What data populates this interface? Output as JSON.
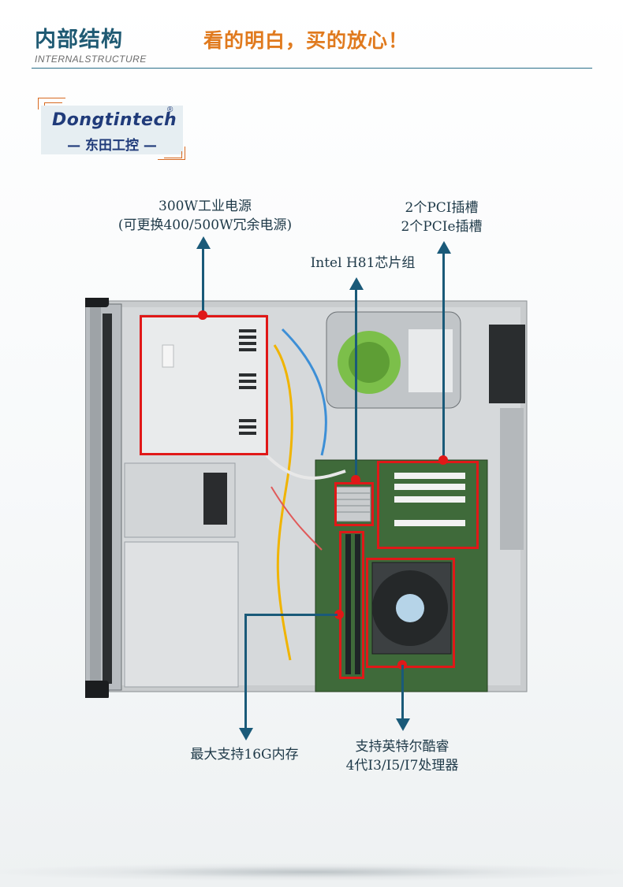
{
  "header": {
    "title_cn": "内部结构",
    "title_en": "INTERNALSTRUCTURE",
    "slogan": "看的明白，买的放心！"
  },
  "logo": {
    "brand_en": "Dongtintech",
    "registered_mark": "®",
    "brand_cn": "— 东田工控 —"
  },
  "callouts": {
    "psu": {
      "line1": "300W工业电源",
      "line2": "(可更换400/500W冗余电源)"
    },
    "chipset": {
      "line1": "Intel H81芯片组"
    },
    "slots": {
      "line1": "2个PCI插槽",
      "line2": "2个PCIe插槽"
    },
    "memory": {
      "line1": "最大支持16G内存"
    },
    "cpu": {
      "line1": "支持英特尔酷睿",
      "line2": "4代I3/I5/I7处理器"
    }
  },
  "colors": {
    "title": "#1f5a73",
    "slogan": "#e07a1e",
    "arrow": "#1a5a79",
    "highlight": "#e01818"
  },
  "icons": [
    "arrow-up-icon",
    "arrow-down-icon",
    "fan-icon",
    "hard-drive-icon"
  ]
}
